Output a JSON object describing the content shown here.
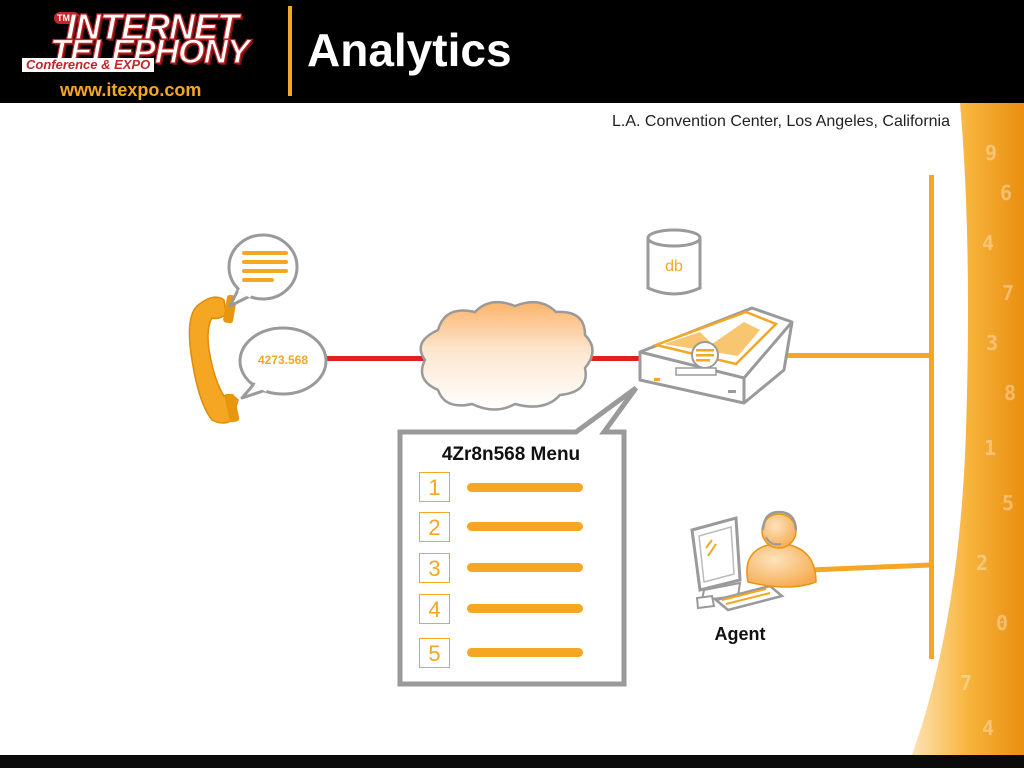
{
  "header": {
    "logo": {
      "line1": "INTERNET",
      "line2": "TELEPHONY",
      "badge": "TMC",
      "tagline": "Conference & EXPO",
      "url": "www.itexpo.com"
    },
    "title": "Analytics"
  },
  "venue": "L.A. Convention Center, Los Angeles, California",
  "diagram": {
    "caller_number": "4273.568",
    "database_label": "db",
    "menu": {
      "title": "4Zr8n568 Menu",
      "options": [
        "1",
        "2",
        "3",
        "4",
        "5"
      ]
    },
    "agent_label": "Agent"
  },
  "colors": {
    "accent": "#f5a623",
    "connection": "#e0201e",
    "outline": "#9a9a9a",
    "header_bg": "#000000"
  }
}
